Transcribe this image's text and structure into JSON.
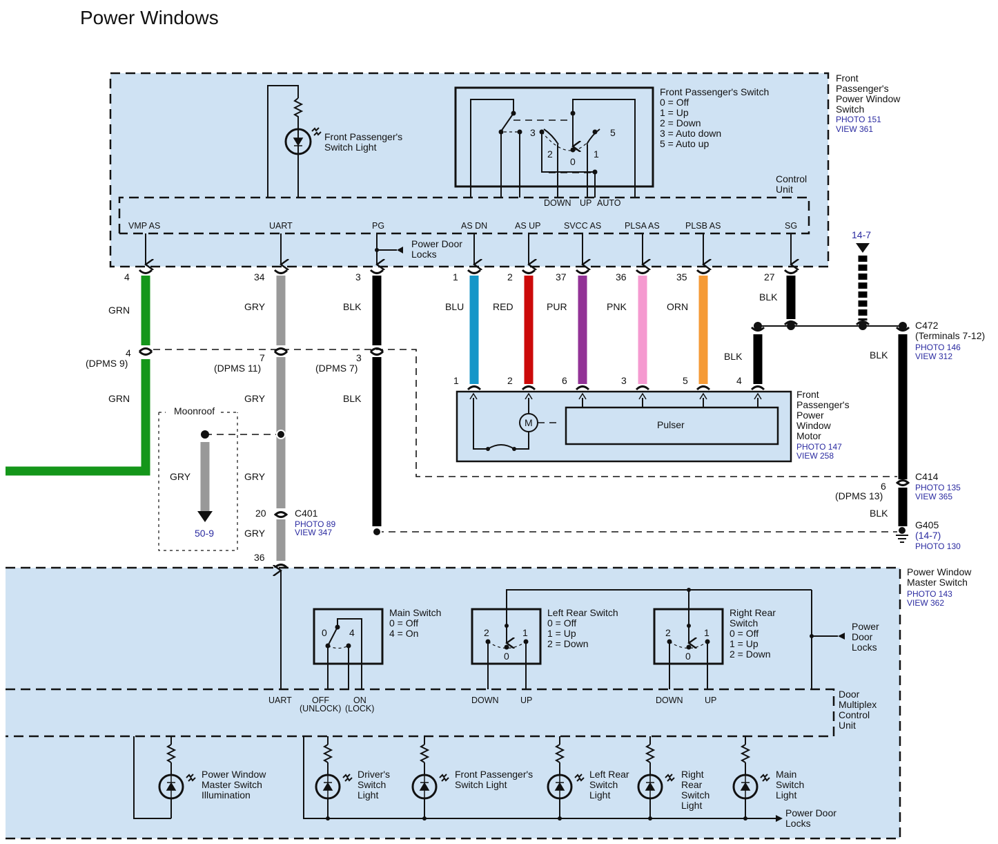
{
  "title": "Power Windows",
  "front_switch_unit": {
    "name_lines": [
      "Front",
      "Passenger's",
      "Power Window",
      "Switch"
    ],
    "photo": "PHOTO 151",
    "view": "VIEW 361",
    "control_unit_lines": [
      "Control",
      "Unit"
    ],
    "light_lines": [
      "Front Passenger's",
      "Switch Light"
    ],
    "switch_legend": [
      "Front Passenger's Switch",
      "0 = Off",
      "1 = Up",
      "2 = Down",
      "3 = Auto down",
      "5 = Auto up"
    ],
    "switch_positions": [
      "3",
      "5",
      "2",
      "0",
      "1"
    ],
    "switch_outputs": [
      "DOWN",
      "UP",
      "AUTO"
    ],
    "terminals": [
      "VMP AS",
      "UART",
      "PG",
      "AS DN",
      "AS UP",
      "SVCC AS",
      "PLSA AS",
      "PLSB AS",
      "SG"
    ],
    "power_door_locks_lines": [
      "Power Door",
      "Locks"
    ]
  },
  "wires_top": [
    {
      "pin": "4",
      "color_name": "GRN",
      "color": "#14961a"
    },
    {
      "pin": "34",
      "color_name": "GRY",
      "color": "#999999"
    },
    {
      "pin": "3",
      "color_name": "BLK",
      "color": "#000000"
    },
    {
      "pin": "1",
      "color_name": "BLU",
      "color": "#1596c8"
    },
    {
      "pin": "2",
      "color_name": "RED",
      "color": "#cc0a0a"
    },
    {
      "pin": "37",
      "color_name": "PUR",
      "color": "#923296"
    },
    {
      "pin": "36",
      "color_name": "PNK",
      "color": "#f59ad0"
    },
    {
      "pin": "35",
      "color_name": "ORN",
      "color": "#f59a35"
    },
    {
      "pin": "27",
      "color_name": "BLK",
      "color": "#000000"
    }
  ],
  "dpms": [
    {
      "pin": "4",
      "label": "(DPMS 9)",
      "color_name": "GRN"
    },
    {
      "pin": "7",
      "label": "(DPMS 11)",
      "color_name": "GRY"
    },
    {
      "pin": "3",
      "label": "(DPMS 7)",
      "color_name": "BLK"
    }
  ],
  "moonroof": {
    "label": "Moonroof",
    "wire": "GRY",
    "ref": "50-9",
    "gry_labels": [
      "GRY",
      "GRY"
    ]
  },
  "c401": {
    "name": "C401",
    "photo": "PHOTO 89",
    "view": "VIEW 347",
    "pin_top": "20",
    "pin_bottom": "36",
    "wire": "GRY"
  },
  "ground_ref": {
    "ref": "14-7"
  },
  "c472": {
    "name": "C472",
    "sub": "(Terminals 7-12)",
    "photo": "PHOTO 146",
    "view": "VIEW 312",
    "wire_left": "BLK",
    "wire_right": "BLK"
  },
  "motor": {
    "name_lines": [
      "Front",
      "Passenger's",
      "Power",
      "Window",
      "Motor"
    ],
    "photo": "PHOTO 147",
    "view": "VIEW 258",
    "pins": [
      "1",
      "2",
      "6",
      "3",
      "5",
      "4"
    ],
    "pulser": "Pulser",
    "motor_symbol": "M"
  },
  "c414": {
    "name": "C414",
    "photo": "PHOTO 135",
    "view": "VIEW 365",
    "pin": "6",
    "dpms": "(DPMS 13)",
    "wire": "BLK"
  },
  "g405": {
    "name": "G405",
    "ref": "(14-7)",
    "photo": "PHOTO 130"
  },
  "master_switch": {
    "name_lines": [
      "Power Window",
      "Master Switch"
    ],
    "photo": "PHOTO 143",
    "view": "VIEW 362",
    "main_switch": {
      "legend": [
        "Main Switch",
        "0 = Off",
        "4 = On"
      ],
      "positions": [
        "0",
        "4"
      ]
    },
    "left_rear_switch": {
      "legend": [
        "Left Rear Switch",
        "0 = Off",
        "1 = Up",
        "2 = Down"
      ],
      "positions": [
        "2",
        "1",
        "0"
      ]
    },
    "right_rear_switch": {
      "legend": [
        "Right Rear",
        "Switch",
        "0 = Off",
        "1 = Up",
        "2 = Down"
      ],
      "positions": [
        "2",
        "1",
        "0"
      ]
    },
    "power_door_locks_lines": [
      "Power",
      "Door",
      "Locks"
    ],
    "dmcu_lines": [
      "Door",
      "Multiplex",
      "Control",
      "Unit"
    ],
    "terminals": {
      "uart": "UART",
      "off": "OFF",
      "off_sub": "(UNLOCK)",
      "on": "ON",
      "on_sub": "(LOCK)",
      "lr_down": "DOWN",
      "lr_up": "UP",
      "rr_down": "DOWN",
      "rr_up": "UP"
    },
    "lights": [
      {
        "lines": [
          "Power Window",
          "Master Switch",
          "Illumination"
        ]
      },
      {
        "lines": [
          "Driver's",
          "Switch",
          "Light"
        ]
      },
      {
        "lines": [
          "Front Passenger's",
          "Switch Light"
        ]
      },
      {
        "lines": [
          "Left Rear",
          "Switch",
          "Light"
        ]
      },
      {
        "lines": [
          "Right",
          "Rear",
          "Switch",
          "Light"
        ]
      },
      {
        "lines": [
          "Main",
          "Switch",
          "Light"
        ]
      }
    ],
    "bottom_pdl_lines": [
      "Power Door",
      "Locks"
    ]
  }
}
